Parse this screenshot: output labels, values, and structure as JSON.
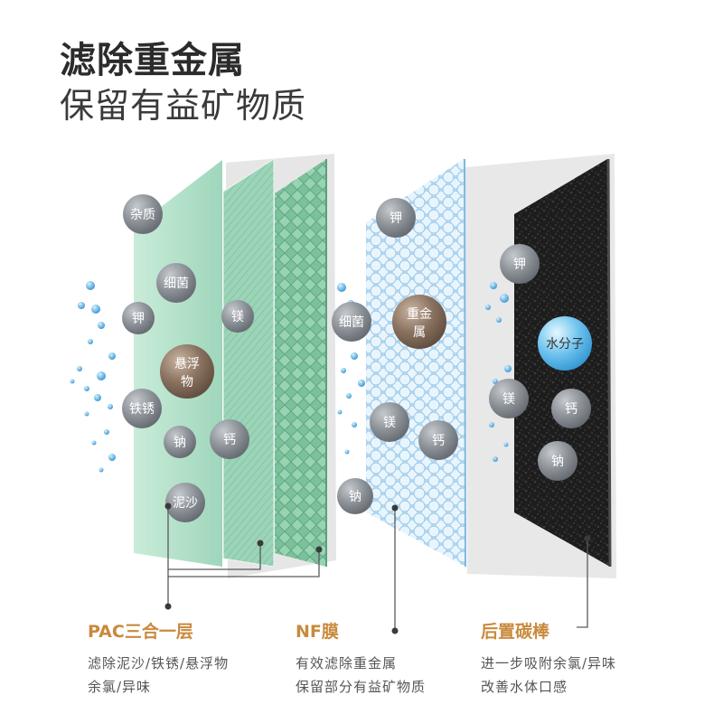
{
  "headline": {
    "title": "滤除重金属",
    "subtitle": "保留有益矿物质"
  },
  "colors": {
    "pac_layer": "#a9dcc4",
    "nf_layer": "#bfe0f6",
    "carbon_layer": "#1c1c1c",
    "caption_accent": "#c98a3c",
    "ball": "#8a8f95",
    "ball_highlight_brown": "#8a7260",
    "ball_highlight_blue": "#6fc4ee"
  },
  "balls": {
    "zazhi": "杂质",
    "xijun_1": "细菌",
    "jia_1": "钾",
    "mei_1": "镁",
    "xuanfu_1": "悬浮",
    "xuanfu_2": "物",
    "tiexiu": "铁锈",
    "na_1": "钠",
    "gai_1": "钙",
    "nisha": "泥沙",
    "jia_2": "钾",
    "xijun_2": "细菌",
    "zhongjin_1": "重金",
    "zhongjin_2": "属",
    "mei_2": "镁",
    "gai_2": "钙",
    "na_2": "钠",
    "jia_3": "钾",
    "shuifenzi": "水分子",
    "mei_3": "镁",
    "gai_3": "钙",
    "na_3": "钠"
  },
  "captions": [
    {
      "title": "PAC三合一层",
      "line1": "滤除泥沙/铁锈/悬浮物",
      "line2": "余氯/异味"
    },
    {
      "title": "NF膜",
      "line1": "有效滤除重金属",
      "line2": "保留部分有益矿物质"
    },
    {
      "title": "后置碳棒",
      "line1": "进一步吸附余氯/异味",
      "line2": "改善水体口感"
    }
  ]
}
